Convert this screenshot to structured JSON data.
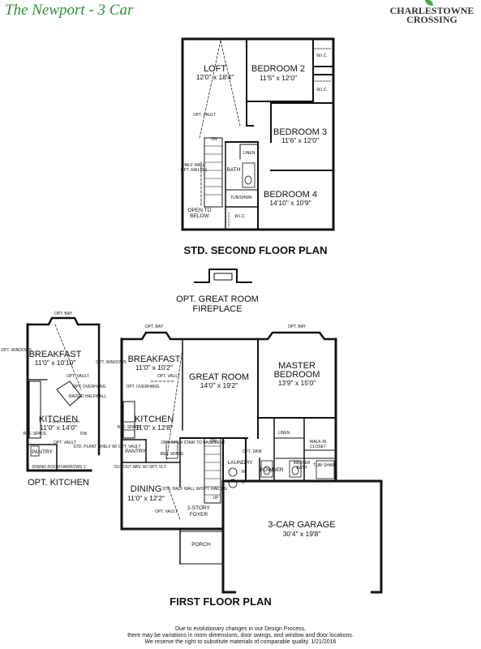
{
  "title": "The Newport - 3 Car",
  "brand": {
    "line1": "Charlestowne",
    "line2": "Crossing"
  },
  "second_floor": {
    "heading": "STD. SECOND FLOOR PLAN",
    "loft": {
      "name": "LOFT",
      "dims": "12'0\" x 18'4\""
    },
    "bedroom2": {
      "name": "BEDROOM 2",
      "dims": "11'5\" x 12'0\""
    },
    "bedroom3": {
      "name": "BEDROOM 3",
      "dims": "11'6\" x 12'0\""
    },
    "bedroom4": {
      "name": "BEDROOM 4",
      "dims": "14'10\" x 10'9\""
    },
    "notes": {
      "wic": "W.I.C.",
      "opt_vault": "OPT. VAULT",
      "dn": "DN",
      "linen": "LINEN",
      "bath": "BATH",
      "tub": "TUB/SHWR.",
      "half_wall": "HALF WALL",
      "opt_railing": "OPT. RAILING",
      "open_to": "OPEN TO",
      "below": "BELOW"
    }
  },
  "fireplace": {
    "line1": "OPT. GREAT ROOM",
    "line2": "FIREPLACE"
  },
  "opt_kitchen": {
    "heading": "OPT. KITCHEN",
    "breakfast": {
      "name": "BREAKFAST",
      "dims": "11'0\" x 10'10\""
    },
    "kitchen": {
      "name": "KITCHEN",
      "dims": "11'0\" x 14'0\""
    },
    "notes": {
      "opt_bay": "OPT. BAY",
      "opt_windows": "OPT. WINDOWS",
      "opt_vault": "OPT. VAULT",
      "opt_overhang": "OPT. OVERHANG",
      "raised_halfwall": "RAISED HALFWALL",
      "dw": "DW",
      "pantry": "PANTRY",
      "dining_narrows": "DINING ROOM NARROWS 1'",
      "ref_space": "REF. SPACE",
      "std_plant": "STD. PLANT SHELF W/ OPT. VAULT"
    }
  },
  "first_floor": {
    "heading": "FIRST FLOOR PLAN",
    "breakfast": {
      "name": "BREAKFAST",
      "dims": "11'0\" x 10'2\""
    },
    "great_room": {
      "name": "GREAT ROOM",
      "dims": "14'0\" x 19'2\""
    },
    "master": {
      "name1": "MASTER",
      "name2": "BEDROOM",
      "dims": "13'9\" x 15'0\""
    },
    "kitchen": {
      "name": "KITCHEN",
      "dims": "11'0\" x 12'8\""
    },
    "dining": {
      "name": "DINING",
      "dims": "11'0\" x 12'2\""
    },
    "garage": {
      "name": "3-CAR GARAGE",
      "dims": "30'4\" x 19'8\""
    },
    "notes": {
      "opt_bay": "OPT. BAY",
      "opt_windows": "OPT. WINDOWS",
      "opt_vault": "OPT. VAULT",
      "opt_overhang": "OPT. OVERHANG",
      "pantry": "PANTRY",
      "ref_space": "REF. SPACE",
      "opt_open_stair": "OPT. OPEN STAIR TO BASEMENT",
      "dn": "DN",
      "up": "UP",
      "laundry": "LAUNDRY",
      "opt_sink": "OPT. SINK",
      "powder": "POWDER",
      "linen": "LINEN",
      "walkin1": "WALK-IN",
      "walkin2": "CLOSET",
      "master_bath1": "MASTER",
      "master_bath2": "BATH",
      "tub": "TUB/ SHWR.",
      "foyer1": "2-STORY",
      "foyer2": "FOYER",
      "porch": "PORCH",
      "cut_out": "CUT OUT ABV. W/ OPT. VLT.",
      "std_half_wall": "STD. HALF WALL W/OPT. RAILING",
      "w": "W",
      "d": "D"
    }
  },
  "footer": [
    "Due to evolutionary changes in our Design Process,",
    "there may be variations in room dimensions, door swings, and window and door locations.",
    "We reserve the right to substitute materials of comparable quality. 1/21/2016"
  ]
}
